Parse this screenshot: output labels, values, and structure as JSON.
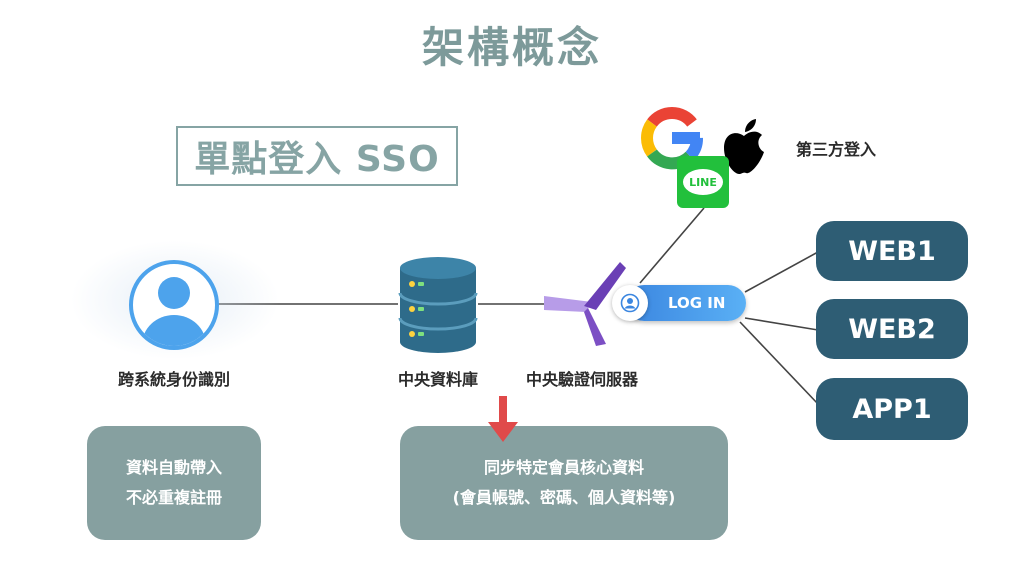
{
  "title": "架構概念",
  "sso_title": "單點登入 SSO",
  "nodes": {
    "identity": "跨系統身份識別",
    "database": "中央資料庫",
    "auth_server": "中央驗證伺服器",
    "third_party": "第三方登入"
  },
  "login_label": "LOG IN",
  "line_label": "LINE",
  "targets": [
    "WEB1",
    "WEB2",
    "APP1"
  ],
  "boxes": {
    "auto_fill": [
      "資料自動帶入",
      "不必重複註冊"
    ],
    "sync": [
      "同步特定會員核心資料",
      "(會員帳號、密碼、個人資料等)"
    ]
  },
  "colors": {
    "title": "#7d9a9a",
    "pill": "#2e5d74",
    "grey_box": "#86a0a0",
    "accent_red": "#e04a4a",
    "user_blue": "#4da3ec",
    "prism_purple": "#6a3fb5"
  }
}
